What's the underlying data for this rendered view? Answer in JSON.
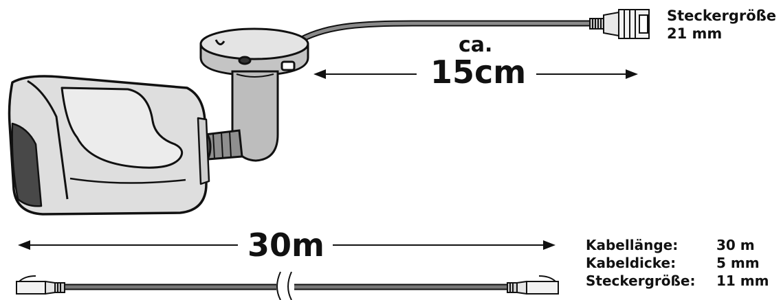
{
  "labels": {
    "ca": "ca.",
    "short_length": "15cm",
    "long_length": "30m"
  },
  "connector_spec": {
    "line1": "Steckergröße",
    "line2": "21 mm"
  },
  "cable_specs": [
    {
      "label": "Kabellänge:",
      "value": "30 m"
    },
    {
      "label": "Kabeldicke:",
      "value": "5 mm"
    },
    {
      "label": "Steckergröße:",
      "value": "11 mm"
    }
  ],
  "colors": {
    "housing": "#dcdcdc",
    "housing_shadow": "#b8b8b8",
    "lens_dark": "#444444",
    "cable": "#777777",
    "outline": "#111111"
  }
}
